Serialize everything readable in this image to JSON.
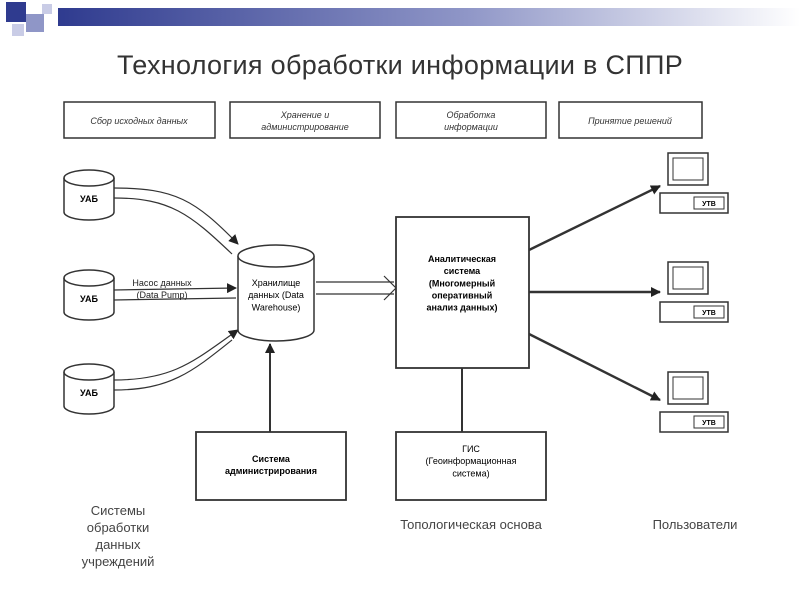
{
  "slide": {
    "title": "Технология обработки информации в СППР",
    "accent_color": "#2f3b8f"
  },
  "stages": [
    {
      "label_lines": [
        "Сбор исходных данных"
      ]
    },
    {
      "label_lines": [
        "Хранение и",
        "администрирование"
      ]
    },
    {
      "label_lines": [
        "Обработка",
        "информации"
      ]
    },
    {
      "label_lines": [
        "Принятие решений"
      ]
    }
  ],
  "sources": [
    {
      "label": "УАБ"
    },
    {
      "label": "УАБ"
    },
    {
      "label": "УАБ"
    }
  ],
  "pump_label_lines": [
    "Насос данных",
    "(Data Pump)"
  ],
  "warehouse_lines": [
    "Хранилище",
    "данных (Data",
    "Warehouse)"
  ],
  "analysis_lines": [
    "Аналитическая",
    "система",
    "(Многомерный",
    "оперативный",
    "анализ данных)"
  ],
  "admin_lines": [
    "Система",
    "администрирования"
  ],
  "gis_lines": [
    "ГИС",
    "(Геоинформационная",
    "система)"
  ],
  "user_terminal_label": "УТВ",
  "captions": {
    "systems_lines": [
      "Системы",
      "обработки",
      "данных",
      "учреждений"
    ],
    "topology": "Топологическая основа",
    "users": "Пользователи"
  }
}
